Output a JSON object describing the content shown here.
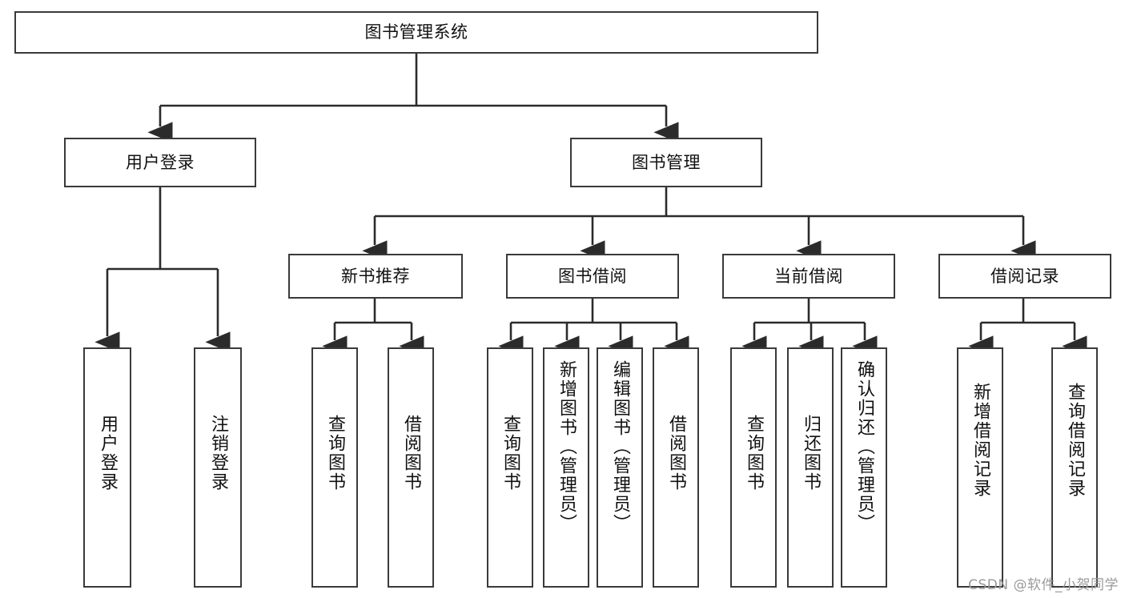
{
  "diagram": {
    "title": "图书管理系统",
    "type": "tree-hierarchy-diagram",
    "colors": {
      "background": "#ffffff",
      "box_border": "#3a3a3a",
      "connector": "#2b2b2b",
      "text": "#111111",
      "watermark": "#9a9a9a"
    },
    "root": {
      "label": "图书管理系统"
    },
    "level2": [
      {
        "label": "用户登录"
      },
      {
        "label": "图书管理"
      }
    ],
    "level3": [
      {
        "label": "新书推荐"
      },
      {
        "label": "图书借阅"
      },
      {
        "label": "当前借阅"
      },
      {
        "label": "借阅记录"
      }
    ],
    "leaves": {
      "user_login": [
        {
          "label": "用户登录"
        },
        {
          "label": "注销登录"
        }
      ],
      "new_book_recommend": [
        {
          "label": "查询图书"
        },
        {
          "label": "借阅图书"
        }
      ],
      "book_borrow": [
        {
          "label": "查询图书"
        },
        {
          "label": "新增图书（管理员）"
        },
        {
          "label": "编辑图书（管理员）"
        },
        {
          "label": "借阅图书"
        }
      ],
      "current_borrow": [
        {
          "label": "查询图书"
        },
        {
          "label": "归还图书"
        },
        {
          "label": "确认归还（管理员）"
        }
      ],
      "borrow_record": [
        {
          "label": "新增借阅记录"
        },
        {
          "label": "查询借阅记录"
        }
      ]
    }
  },
  "watermark": {
    "text": "CSDN @软件_小贺同学"
  }
}
